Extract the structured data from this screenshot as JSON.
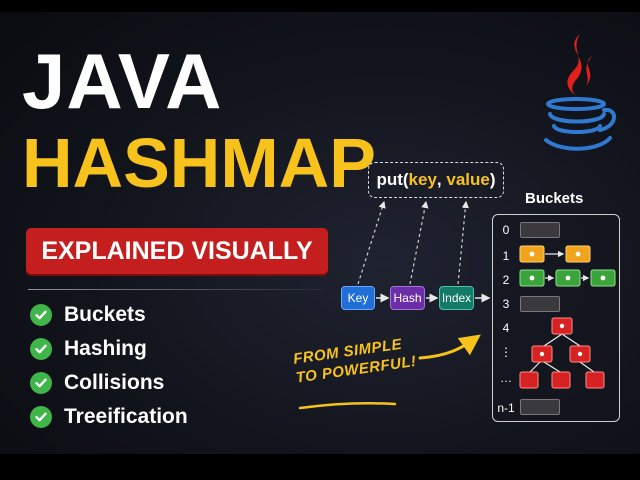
{
  "title": {
    "line1": "JAVA",
    "line2": "HASHMAP",
    "banner": "EXPLAINED VISUALLY"
  },
  "features": [
    "Buckets",
    "Hashing",
    "Collisions",
    "Treeification"
  ],
  "code": {
    "prefix": "put(",
    "key": "key",
    "separator": ", ",
    "value": "value",
    "suffix": ")"
  },
  "flow": {
    "key": "Key",
    "hash": "Hash",
    "index": "Index"
  },
  "buckets": {
    "label": "Buckets",
    "indices": [
      "0",
      "1",
      "2",
      "3",
      "4",
      "⋮",
      "…",
      "n-1"
    ]
  },
  "tagline": {
    "line1": "FROM SIMPLE",
    "line2": "TO POWERFUL!"
  },
  "colors": {
    "yellow": "#f7c21b",
    "red": "#c41e1e",
    "green_check": "#3fb54a",
    "key_blue": "#1f6fd6",
    "hash_purple": "#6c2da8",
    "index_teal": "#127a66",
    "node_orange": "#f0a41c",
    "node_green": "#3aa33a",
    "node_red": "#d62222"
  },
  "icons": {
    "logo": "java-coffee-cup-icon",
    "check": "check-circle-icon"
  }
}
